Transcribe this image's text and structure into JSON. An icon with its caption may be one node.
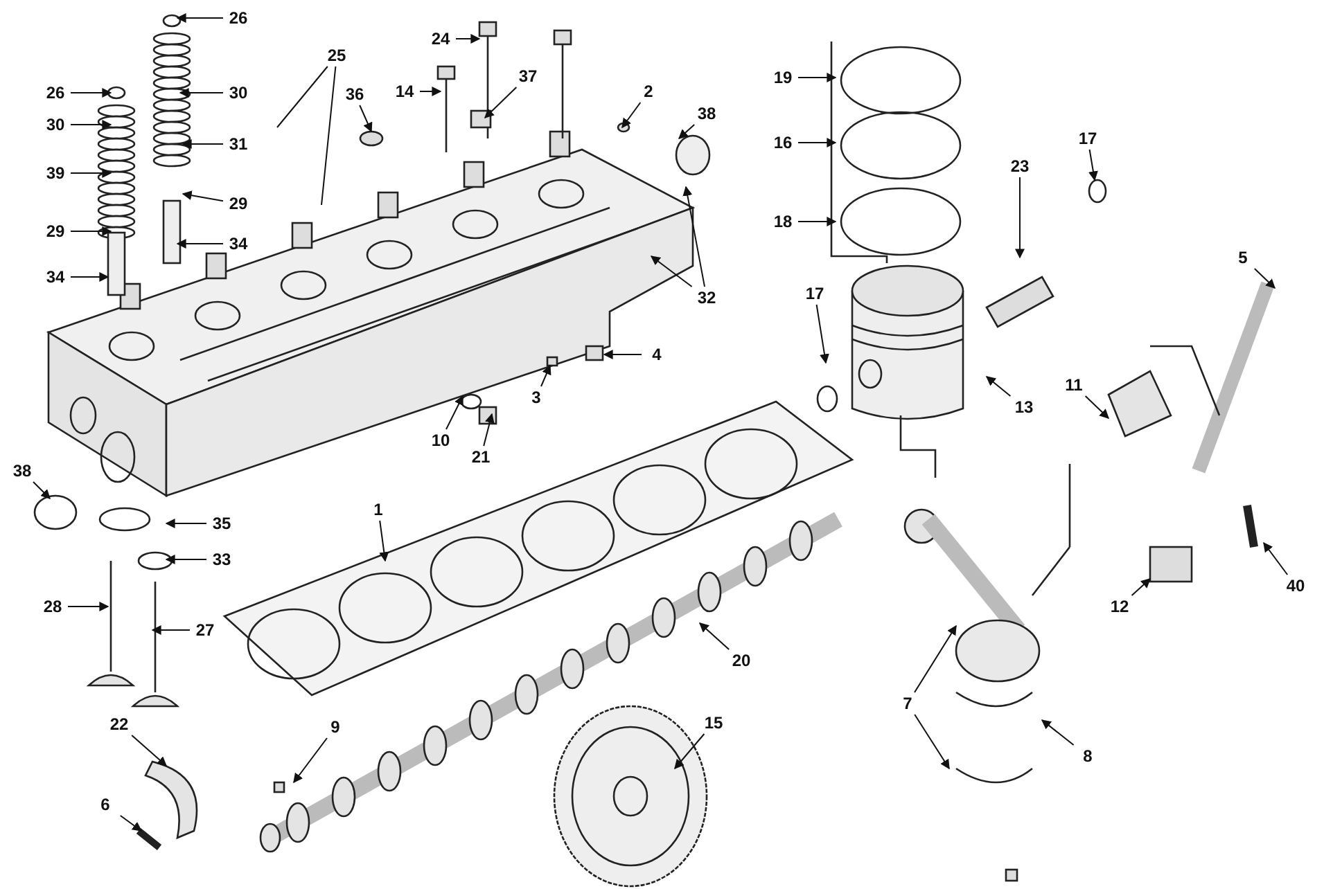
{
  "diagram": {
    "nodes": [
      {
        "text": [
          "26"
        ]
      },
      {
        "text": [
          "25"
        ]
      },
      {
        "text": [
          "24"
        ]
      },
      {
        "text": [
          "26"
        ]
      },
      {
        "text": [
          "30"
        ]
      },
      {
        "text": [
          "14"
        ]
      },
      {
        "text": [
          "37"
        ]
      },
      {
        "text": [
          "30"
        ]
      },
      {
        "text": [
          "36"
        ]
      },
      {
        "text": [
          "2"
        ]
      },
      {
        "text": [
          "38"
        ]
      },
      {
        "text": [
          "31"
        ]
      },
      {
        "text": [
          "39"
        ]
      },
      {
        "text": [
          "29"
        ]
      },
      {
        "text": [
          "29"
        ]
      },
      {
        "text": [
          "34"
        ]
      },
      {
        "text": [
          "34"
        ]
      },
      {
        "text": [
          "19"
        ]
      },
      {
        "text": [
          "16"
        ]
      },
      {
        "text": [
          "17"
        ]
      },
      {
        "text": [
          "23"
        ]
      },
      {
        "text": [
          "18"
        ]
      },
      {
        "text": [
          "5"
        ]
      },
      {
        "text": [
          "32"
        ]
      },
      {
        "text": [
          "17"
        ]
      },
      {
        "text": [
          "4"
        ]
      },
      {
        "text": [
          "11"
        ]
      },
      {
        "text": [
          "3"
        ]
      },
      {
        "text": [
          "13"
        ]
      },
      {
        "text": [
          "10"
        ]
      },
      {
        "text": [
          "21"
        ]
      },
      {
        "text": [
          "38"
        ]
      },
      {
        "text": [
          "1"
        ]
      },
      {
        "text": [
          "35"
        ]
      },
      {
        "text": [
          "33"
        ]
      },
      {
        "text": [
          "40"
        ]
      },
      {
        "text": [
          "28"
        ]
      },
      {
        "text": [
          "12"
        ]
      },
      {
        "text": [
          "27"
        ]
      },
      {
        "text": [
          "20"
        ]
      },
      {
        "text": [
          "7"
        ]
      },
      {
        "text": [
          "22"
        ]
      },
      {
        "text": [
          "9"
        ]
      },
      {
        "text": [
          "15"
        ]
      },
      {
        "text": [
          "8"
        ]
      },
      {
        "text": [
          "6"
        ]
      }
    ],
    "edges": [
      {
        "from": 0,
        "to": null,
        "arrow": "to"
      },
      {
        "from": 1,
        "to": null,
        "arrow": "none"
      },
      {
        "from": 1,
        "to": null,
        "arrow": "none"
      },
      {
        "from": 2,
        "to": null,
        "arrow": "to"
      },
      {
        "from": 3,
        "to": null,
        "arrow": "to"
      },
      {
        "from": 4,
        "to": null,
        "arrow": "to"
      },
      {
        "from": 5,
        "to": null,
        "arrow": "to"
      },
      {
        "from": 6,
        "to": null,
        "arrow": "to"
      },
      {
        "from": 7,
        "to": null,
        "arrow": "to"
      },
      {
        "from": 8,
        "to": null,
        "arrow": "to"
      },
      {
        "from": 9,
        "to": null,
        "arrow": "to"
      },
      {
        "from": 10,
        "to": null,
        "arrow": "to"
      },
      {
        "from": 11,
        "to": null,
        "arrow": "to"
      },
      {
        "from": 12,
        "to": null,
        "arrow": "to"
      },
      {
        "from": 13,
        "to": null,
        "arrow": "to"
      },
      {
        "from": 14,
        "to": null,
        "arrow": "to"
      },
      {
        "from": 15,
        "to": null,
        "arrow": "to"
      },
      {
        "from": 16,
        "to": null,
        "arrow": "to"
      },
      {
        "from": 17,
        "to": null,
        "arrow": "to"
      },
      {
        "from": 18,
        "to": null,
        "arrow": "to"
      },
      {
        "from": 19,
        "to": null,
        "arrow": "to"
      },
      {
        "from": 20,
        "to": null,
        "arrow": "to"
      },
      {
        "from": 21,
        "to": null,
        "arrow": "to"
      },
      {
        "from": 22,
        "to": null,
        "arrow": "to"
      },
      {
        "from": 23,
        "to": null,
        "arrow": "to"
      },
      {
        "from": 23,
        "to": null,
        "arrow": "to"
      },
      {
        "from": 24,
        "to": null,
        "arrow": "to"
      },
      {
        "from": 25,
        "to": null,
        "arrow": "to"
      },
      {
        "from": 26,
        "to": null,
        "arrow": "to"
      },
      {
        "from": 27,
        "to": null,
        "arrow": "to"
      },
      {
        "from": 28,
        "to": null,
        "arrow": "to"
      },
      {
        "from": 29,
        "to": null,
        "arrow": "to"
      },
      {
        "from": 30,
        "to": null,
        "arrow": "to"
      },
      {
        "from": 31,
        "to": null,
        "arrow": "to"
      },
      {
        "from": 32,
        "to": null,
        "arrow": "to"
      },
      {
        "from": 33,
        "to": null,
        "arrow": "to"
      },
      {
        "from": 34,
        "to": null,
        "arrow": "to"
      },
      {
        "from": 35,
        "to": null,
        "arrow": "to"
      },
      {
        "from": 36,
        "to": null,
        "arrow": "to"
      },
      {
        "from": 37,
        "to": null,
        "arrow": "to"
      },
      {
        "from": 38,
        "to": null,
        "arrow": "to"
      },
      {
        "from": 39,
        "to": null,
        "arrow": "to"
      },
      {
        "from": 40,
        "to": null,
        "arrow": "to"
      },
      {
        "from": 40,
        "to": null,
        "arrow": "to"
      },
      {
        "from": 41,
        "to": null,
        "arrow": "to"
      },
      {
        "from": 42,
        "to": null,
        "arrow": "to"
      },
      {
        "from": 43,
        "to": null,
        "arrow": "to"
      },
      {
        "from": 44,
        "to": null,
        "arrow": "to"
      },
      {
        "from": 45,
        "to": null,
        "arrow": "to"
      }
    ]
  }
}
